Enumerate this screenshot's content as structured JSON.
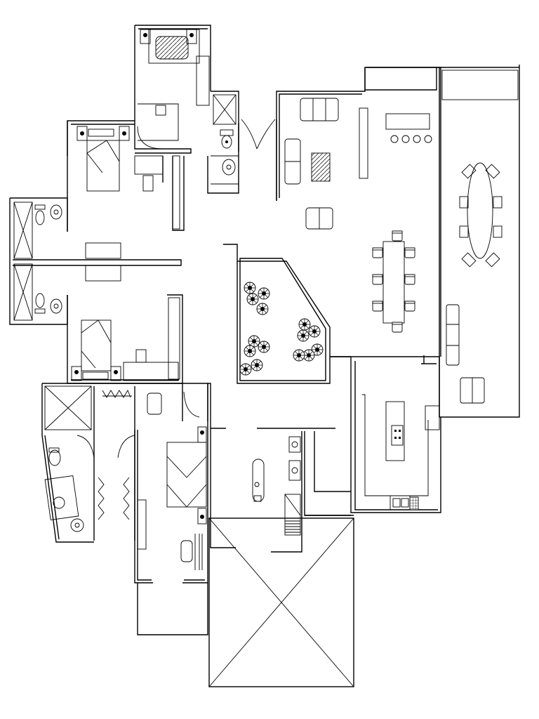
{
  "drawing": {
    "type": "architectural-floor-plan",
    "has_text_labels": false,
    "line_color": "#000000",
    "background_color": "#ffffff",
    "orientation": "rotated-90"
  },
  "rooms": [
    "bedroom-top",
    "bedroom-left",
    "bathroom-left-upper",
    "bathroom-left-lower",
    "bedroom-middle-left",
    "master-bedroom",
    "walk-in-closet",
    "master-bathroom",
    "living-room",
    "dining-room",
    "dining-terrace",
    "kitchen",
    "courtyard-garden",
    "entry-foyer",
    "utility-stair",
    "balcony",
    "open-terrace",
    "bath-top"
  ],
  "icons": {
    "bed": "bed-icon",
    "sofa": "sofa-icon",
    "armchair": "armchair-icon",
    "dining_chair": "chair-icon",
    "tree": "tree-icon",
    "toilet": "toilet-icon",
    "washbasin": "washbasin-icon",
    "shower": "shower-icon",
    "stove": "stove-icon",
    "sink": "sink-icon",
    "door_swing": "door-swing-icon",
    "stair": "stair-icon"
  }
}
